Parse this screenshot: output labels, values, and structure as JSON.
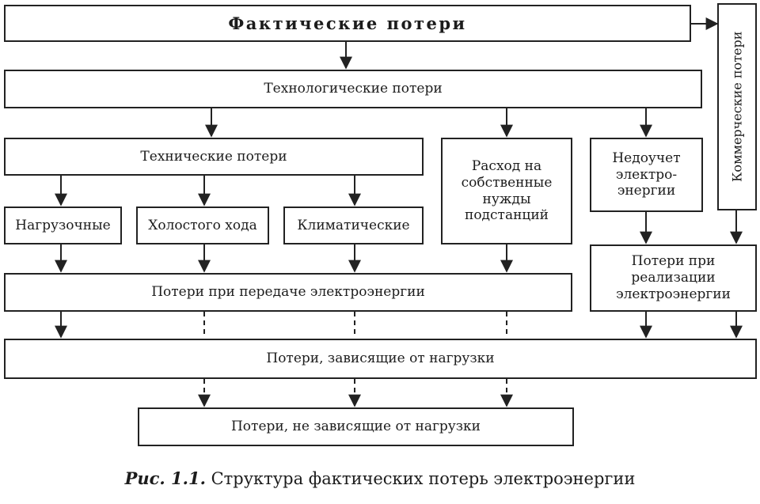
{
  "boxes": {
    "actual_losses": "Фактические потери",
    "commercial_losses": "Коммерческие потери",
    "technological_losses": "Технологические потери",
    "technical_losses": "Технические потери",
    "substation_needs": "Расход на собственные нужды подстанций",
    "under_metering": "Недоучет электро- энергии",
    "load_losses": "Нагрузочные",
    "idle_losses": "Холостого хода",
    "climatic_losses": "Климатические",
    "transmission_losses": "Потери при передаче электроэнергии",
    "realization_losses": "Потери при реализации электроэнергии",
    "load_dependent": "Потери, зависящие от нагрузки",
    "load_independent": "Потери, не зависящие от нагрузки"
  },
  "caption": {
    "label": "Рис. 1.1.",
    "text": " Структура фактических потерь электроэнергии"
  }
}
